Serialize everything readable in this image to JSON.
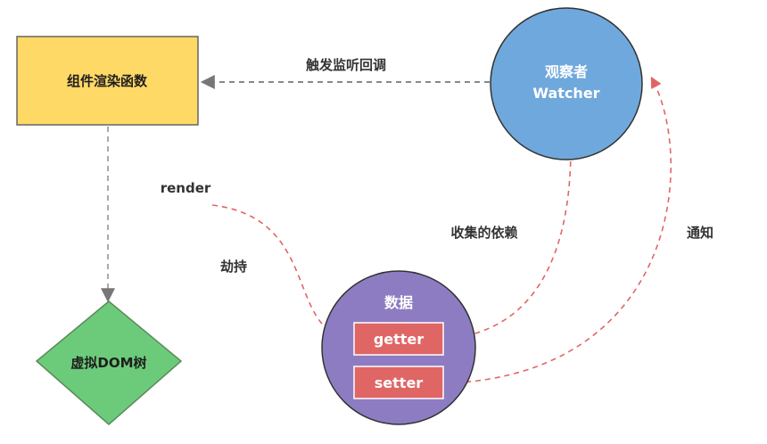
{
  "nodes": {
    "render_function": {
      "label": "组件渲染函数",
      "fill": "#ffd966",
      "stroke": "#666666"
    },
    "virtual_dom": {
      "label": "虚拟DOM树",
      "fill": "#6ccb7a",
      "stroke": "#5a8a5a"
    },
    "watcher": {
      "line1": "观察者",
      "line2": "Watcher",
      "fill": "#6fa8dc",
      "stroke": "#333333"
    },
    "data": {
      "label": "数据",
      "fill": "#8e7cc3",
      "stroke": "#333333"
    },
    "getter": {
      "label": "getter",
      "fill": "#e06666",
      "stroke": "#ffffff"
    },
    "setter": {
      "label": "setter",
      "fill": "#e06666",
      "stroke": "#ffffff"
    }
  },
  "edges": {
    "trigger_callback": "触发监听回调",
    "render": "render",
    "hijack": "劫持",
    "collect_deps": "收集的依赖",
    "notify": "通知"
  },
  "colors": {
    "gray_dash": "#888888",
    "red_dash": "#e06666"
  }
}
